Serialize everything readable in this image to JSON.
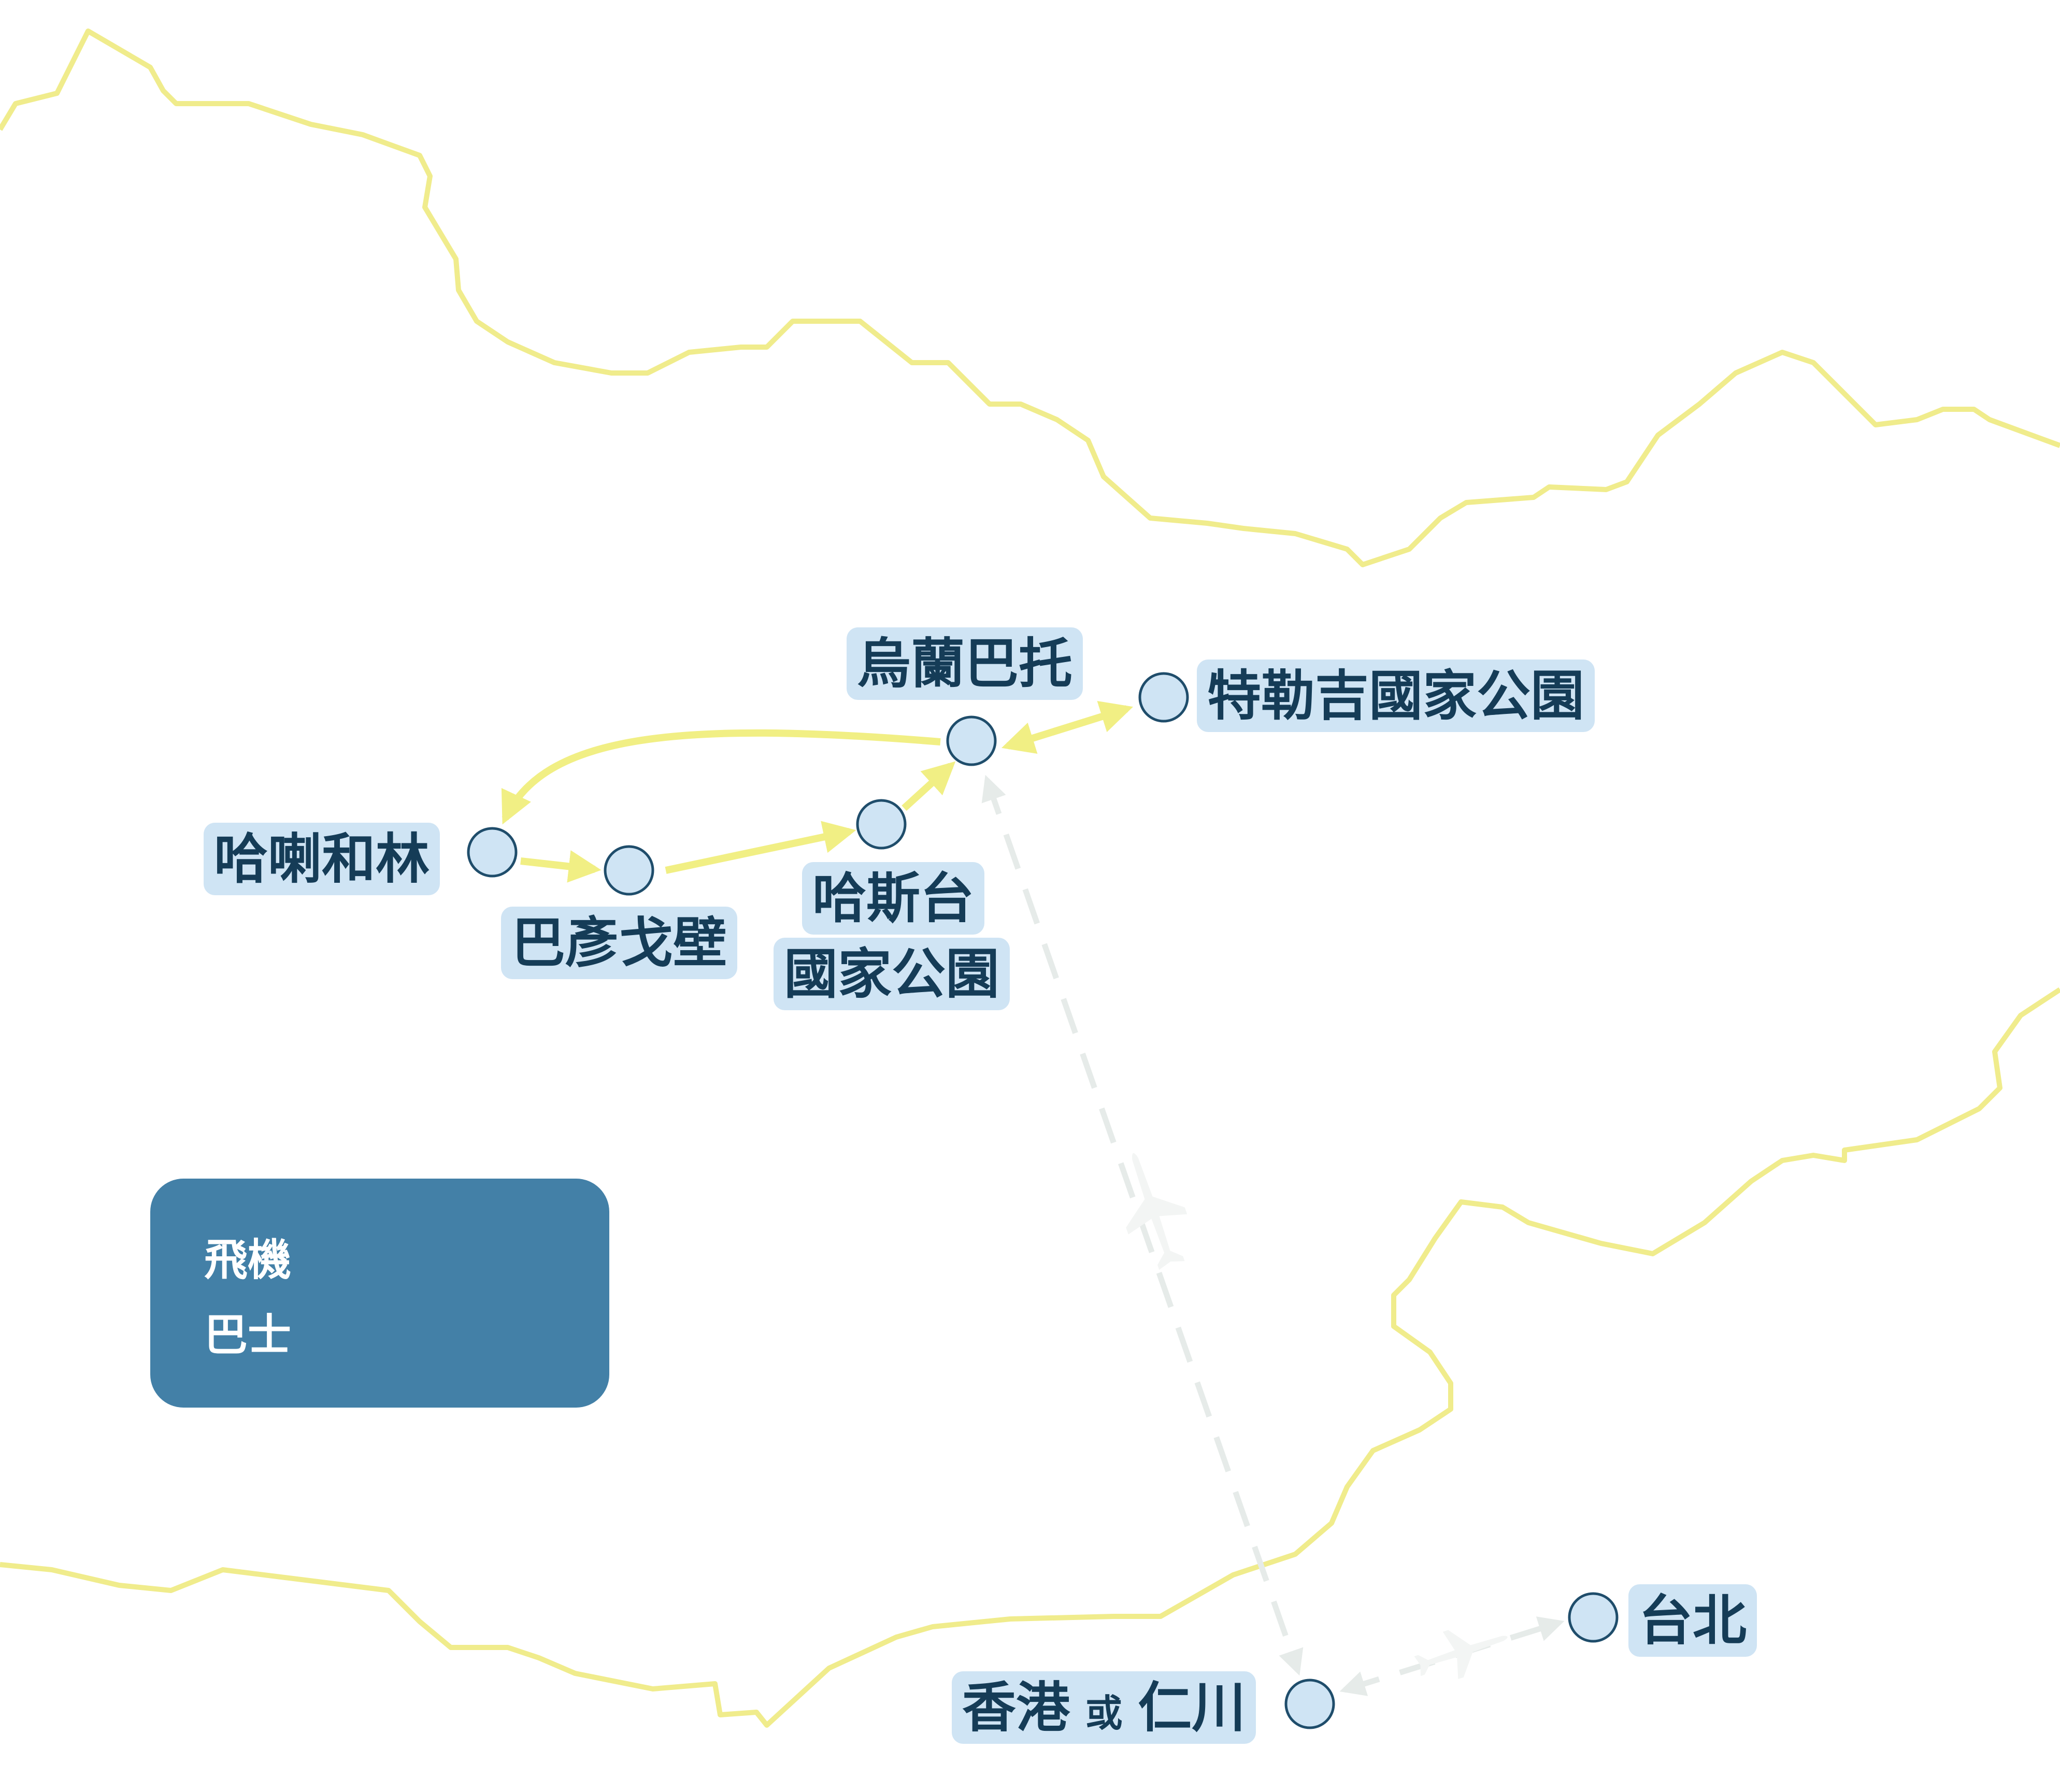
{
  "colors": {
    "border": "#f0ec8c",
    "bus": "#f1ef84",
    "plane": "#e6ebe9",
    "node_fill": "#cfe4f4",
    "node_stroke": "#1f4d6b",
    "label_bg": "#cfe4f4",
    "label_text": "#153c57",
    "legend_bg": "#4380a7",
    "legend_text": "#ffffff"
  },
  "legend": {
    "plane_label": "飛機",
    "bus_label": "巴士"
  },
  "places": {
    "ulaanbaatar": "烏蘭巴托",
    "terelj": "特勒吉國家公園",
    "kharkhorin": "哈喇和林",
    "bayan_gobi": "巴彥戈壁",
    "hustai_line1": "哈斯台",
    "hustai_line2": "國家公園",
    "hongkong": "香港",
    "or": "或",
    "incheon": "仁川",
    "taipei": "台北"
  },
  "icons": {
    "station": "circle-node-icon",
    "plane": "airplane-icon"
  }
}
